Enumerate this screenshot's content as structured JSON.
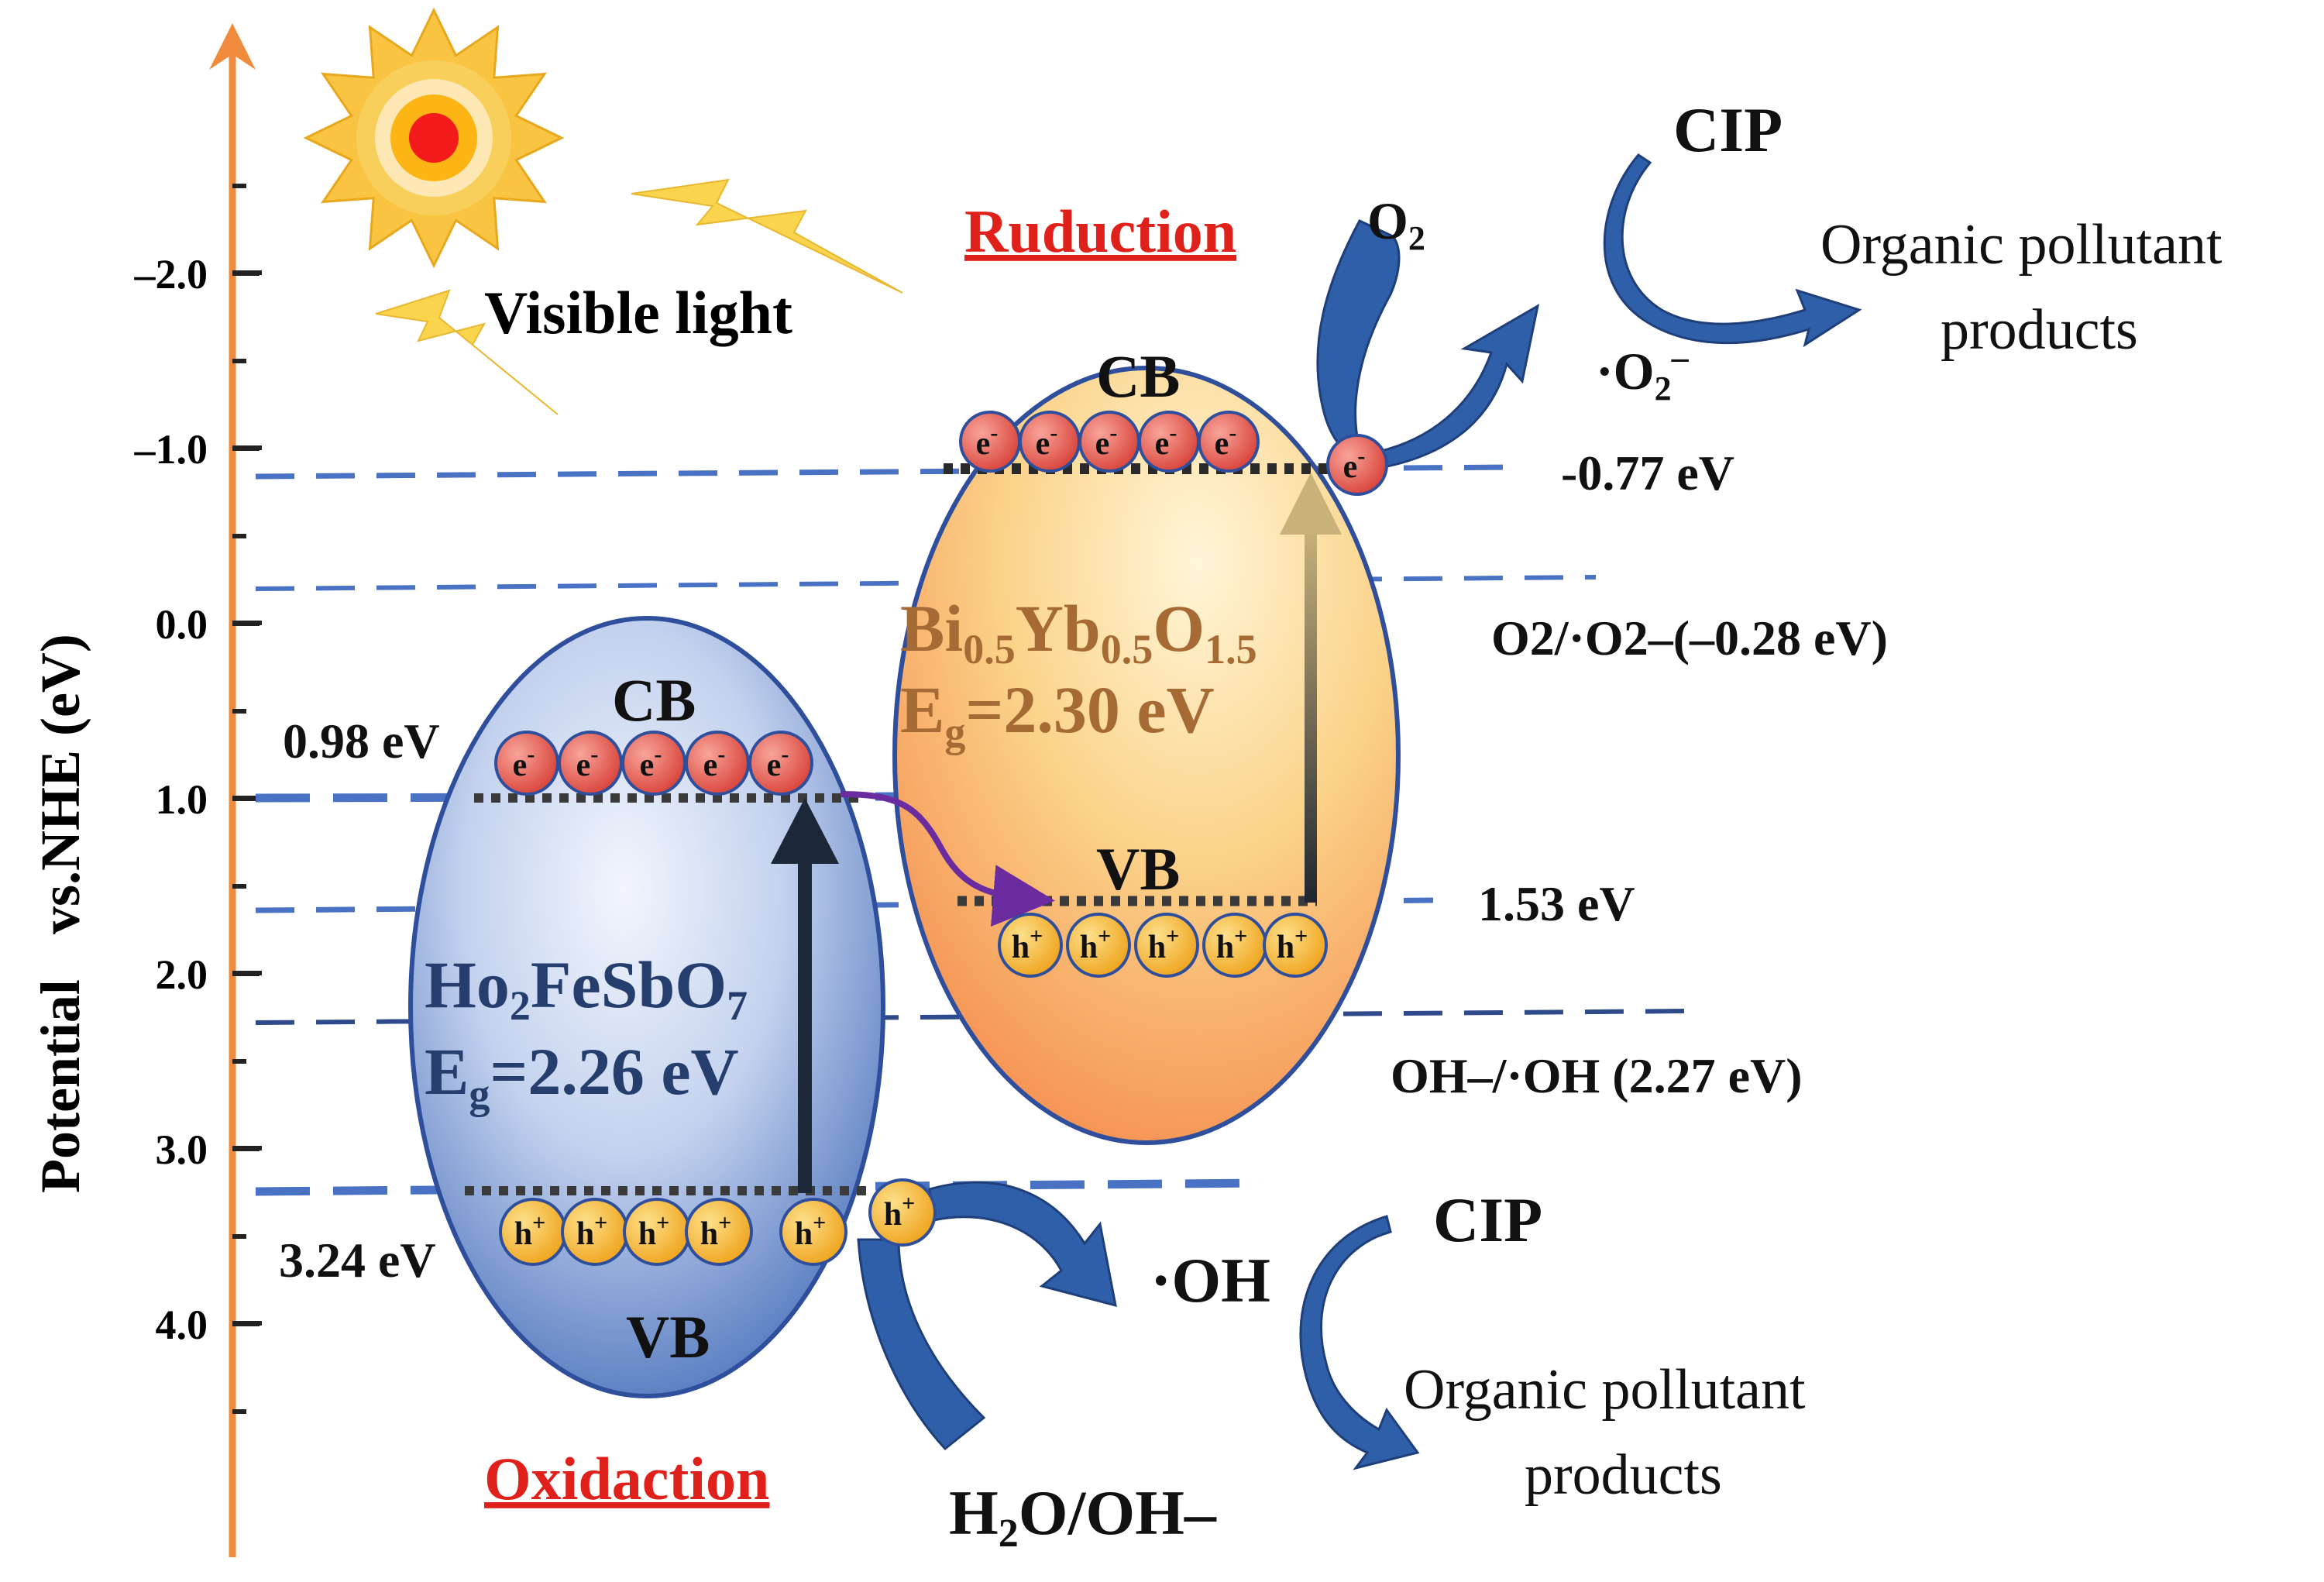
{
  "axis": {
    "label_potential": "Potential",
    "label_vs": "vs.NHE (eV)",
    "ticks": [
      "–2.0",
      "–1.0",
      "0.0",
      "1.0",
      "2.0",
      "3.0",
      "4.0"
    ]
  },
  "light": {
    "label": "Visible light"
  },
  "headings": {
    "reduction": "Ruduction",
    "oxidation": "Oxidaction"
  },
  "ho": {
    "formula_base": "Ho",
    "formula_sub1": "2",
    "formula_mid": "FeSbO",
    "formula_sub2": "7",
    "eg_base": "E",
    "eg_sub": "g",
    "eg_value": "=2.26 eV",
    "cb_label": "CB",
    "vb_label": "VB",
    "cb_potential": "0.98 eV",
    "vb_potential": "3.24 eV"
  },
  "bi": {
    "f1": "Bi",
    "s1": "0.5",
    "f2": "Yb",
    "s2": "0.5",
    "f3": "O",
    "s3": "1.5",
    "eg_base": "E",
    "eg_sub": "g",
    "eg_value": "=2.30 eV",
    "cb_label": "CB",
    "vb_label": "VB",
    "cb_potential": "-0.77 eV",
    "vb_potential": "1.53 eV"
  },
  "carriers": {
    "electron": "e",
    "electron_sup": "-",
    "hole": "h",
    "hole_sup": "+"
  },
  "redox": {
    "o2_base": "O",
    "o2_sub": "2",
    "superoxide_base": "·O",
    "superoxide_sub": "2",
    "superoxide_sup": "–",
    "o2_couple": "O2/·O2–(–0.28 eV)",
    "oh_couple": "OH–/·OH (2.27 eV)",
    "hydroxyl": "·OH",
    "water_h": "H",
    "water_sub": "2",
    "water_rest": "O/OH–"
  },
  "pollutant": {
    "cip": "CIP",
    "products_line1": "Organic pollutant",
    "products_line2": "products"
  },
  "colors": {
    "axis": "#F08A3C",
    "dash": "#4A72C4",
    "dash_dark": "#2E4A8A",
    "heading": "#E0201B",
    "electron": "#E8584A",
    "hole": "#F5B731",
    "arrow_blue": "#2F5FA8",
    "transfer": "#6A2C9E"
  }
}
